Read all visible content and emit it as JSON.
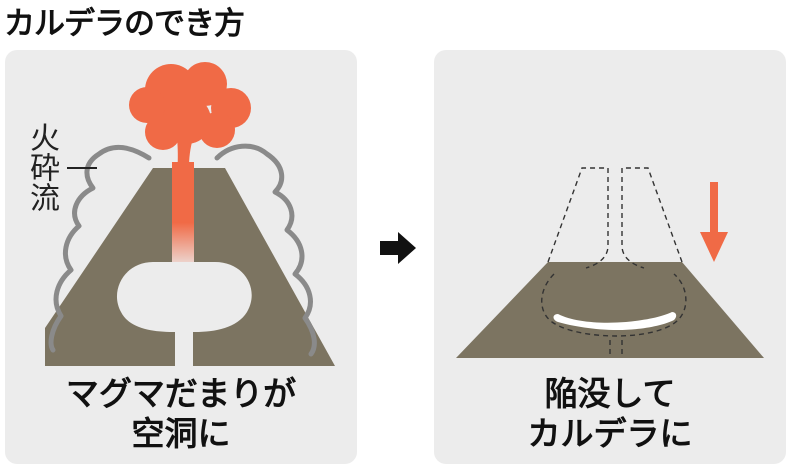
{
  "title": "カルデラのでき方",
  "left_panel": {
    "label": "火砕流",
    "caption": [
      "マグマだまりが",
      "空洞に"
    ]
  },
  "right_panel": {
    "caption": [
      "陥没して",
      "カルデラに"
    ]
  },
  "colors": {
    "panel_bg": "#ececec",
    "ground": "#7c7461",
    "eruption": "#f06a46",
    "smoke_line": "#8a8a8a",
    "arrow": "#111111"
  }
}
